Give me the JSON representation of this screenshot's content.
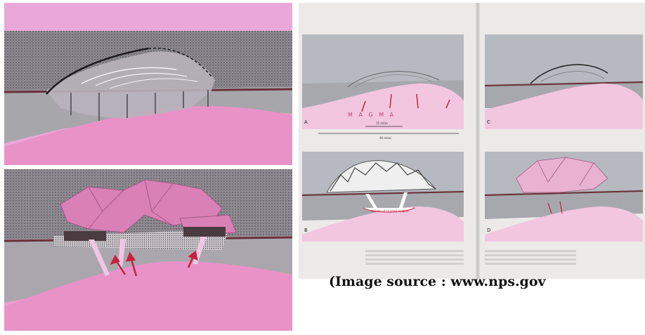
{
  "caption": "(Image source : www.nps.gov",
  "diagram_labels": {
    "magma": "M A G M A",
    "letter_a": "A",
    "letter_b": "B",
    "letter_c": "C",
    "letter_d": "D",
    "scale_small": "15 miles",
    "scale_large": "40 miles",
    "volume_note": "Volume of erupted magma"
  },
  "colors": {
    "magma_pink": "#e992c8",
    "crust_gray": "#a7a6ab",
    "surface_gray": "#8f8b93",
    "lava_pink": "#d981b6",
    "arrow_red": "#c82040"
  }
}
